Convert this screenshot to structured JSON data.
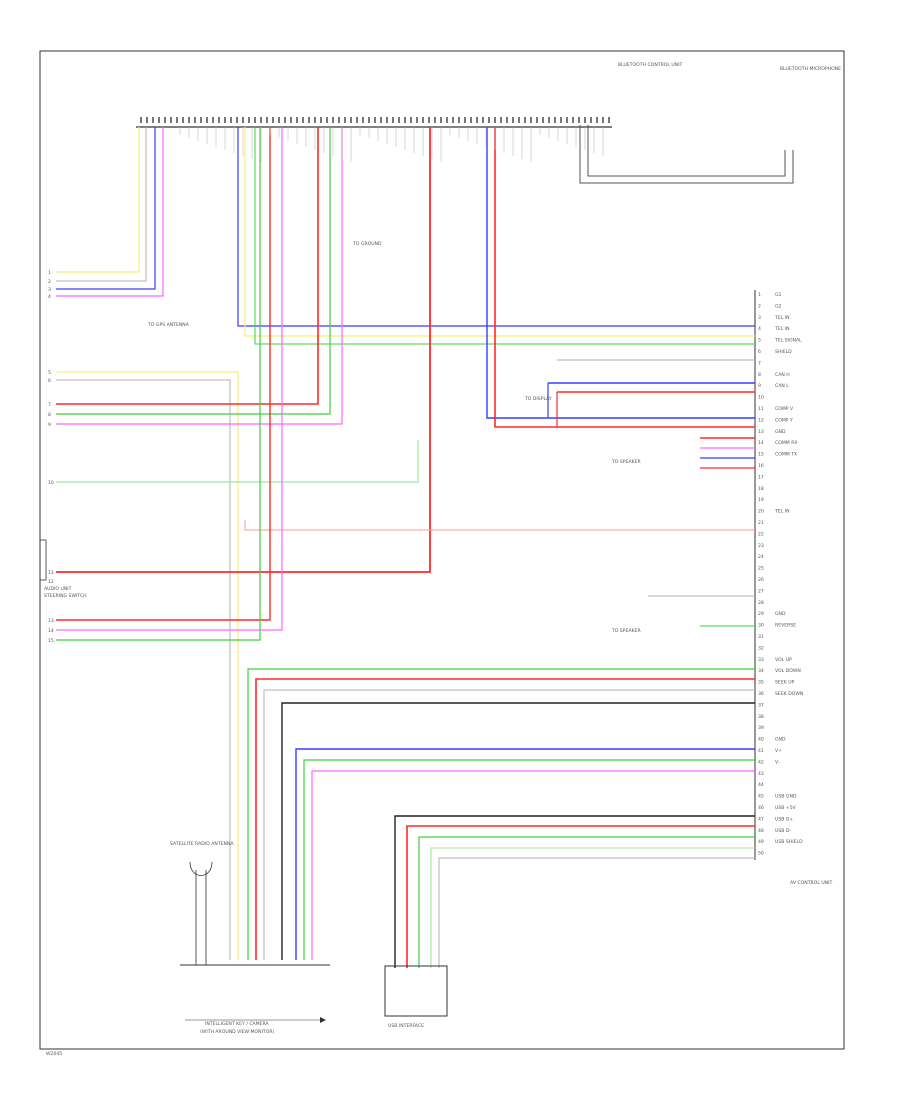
{
  "diagram": {
    "footer_code": "W2045",
    "colors": {
      "yellow": "#f6ef7a",
      "pink": "#ff66ff",
      "blue": "#3b3bff",
      "red": "#ff2a2a",
      "green": "#3cd23c",
      "black": "#222222",
      "gray": "#b0b0b0",
      "lightred": "#ff9a9a",
      "lightgreen": "#9ce79c"
    },
    "labels": {
      "bluetooth_module": "BLUETOOTH CONTROL UNIT",
      "bluetooth_mic": "BLUETOOTH MICROPHONE",
      "camera_module": "SATELLITE RADIO ANTENNA",
      "camera_caption_1": "INTELLIGENT KEY / CAMERA",
      "camera_caption_2": "(WITH AROUND VIEW MONITOR)",
      "usb": "USB INTERFACE",
      "left_unit": "AUDIO UNIT",
      "left_unit_2": "STEERING SWITCH",
      "right_unit": "AV CONTROL UNIT",
      "gps_note": "TO GPS ANTENNA",
      "ground_note": "TO GROUND",
      "display_note": "TO DISPLAY",
      "speaker_note_1": "TO SPEAKER",
      "speaker_note_2": "TO SPEAKER"
    },
    "right_pins": [
      "G1",
      "G2",
      "TEL IN",
      "TEL IN",
      "TEL SIGNAL",
      "SHIELD",
      "",
      "CAN H",
      "CAN L",
      "",
      "COMP V",
      "COMP Y",
      "GND",
      "COMM RX",
      "COMM TX",
      "",
      "",
      "",
      "",
      "TEL IN",
      "",
      "",
      "",
      "",
      "",
      "",
      "",
      "",
      "GND",
      "REVERSE",
      "",
      "",
      "VOL UP",
      "VOL DOWN",
      "SEEK UP",
      "SEEK DOWN",
      "",
      "",
      "",
      "GND",
      "V+",
      "V-",
      "",
      "",
      "USB GND",
      "USB +5V",
      "USB D+",
      "USB D-",
      "USB SHIELD",
      ""
    ],
    "left_pins": [
      "1",
      "2",
      "3",
      "4",
      "5",
      "6",
      "7",
      "8",
      "9",
      "10",
      "11",
      "12",
      "13",
      "14",
      "15"
    ]
  }
}
